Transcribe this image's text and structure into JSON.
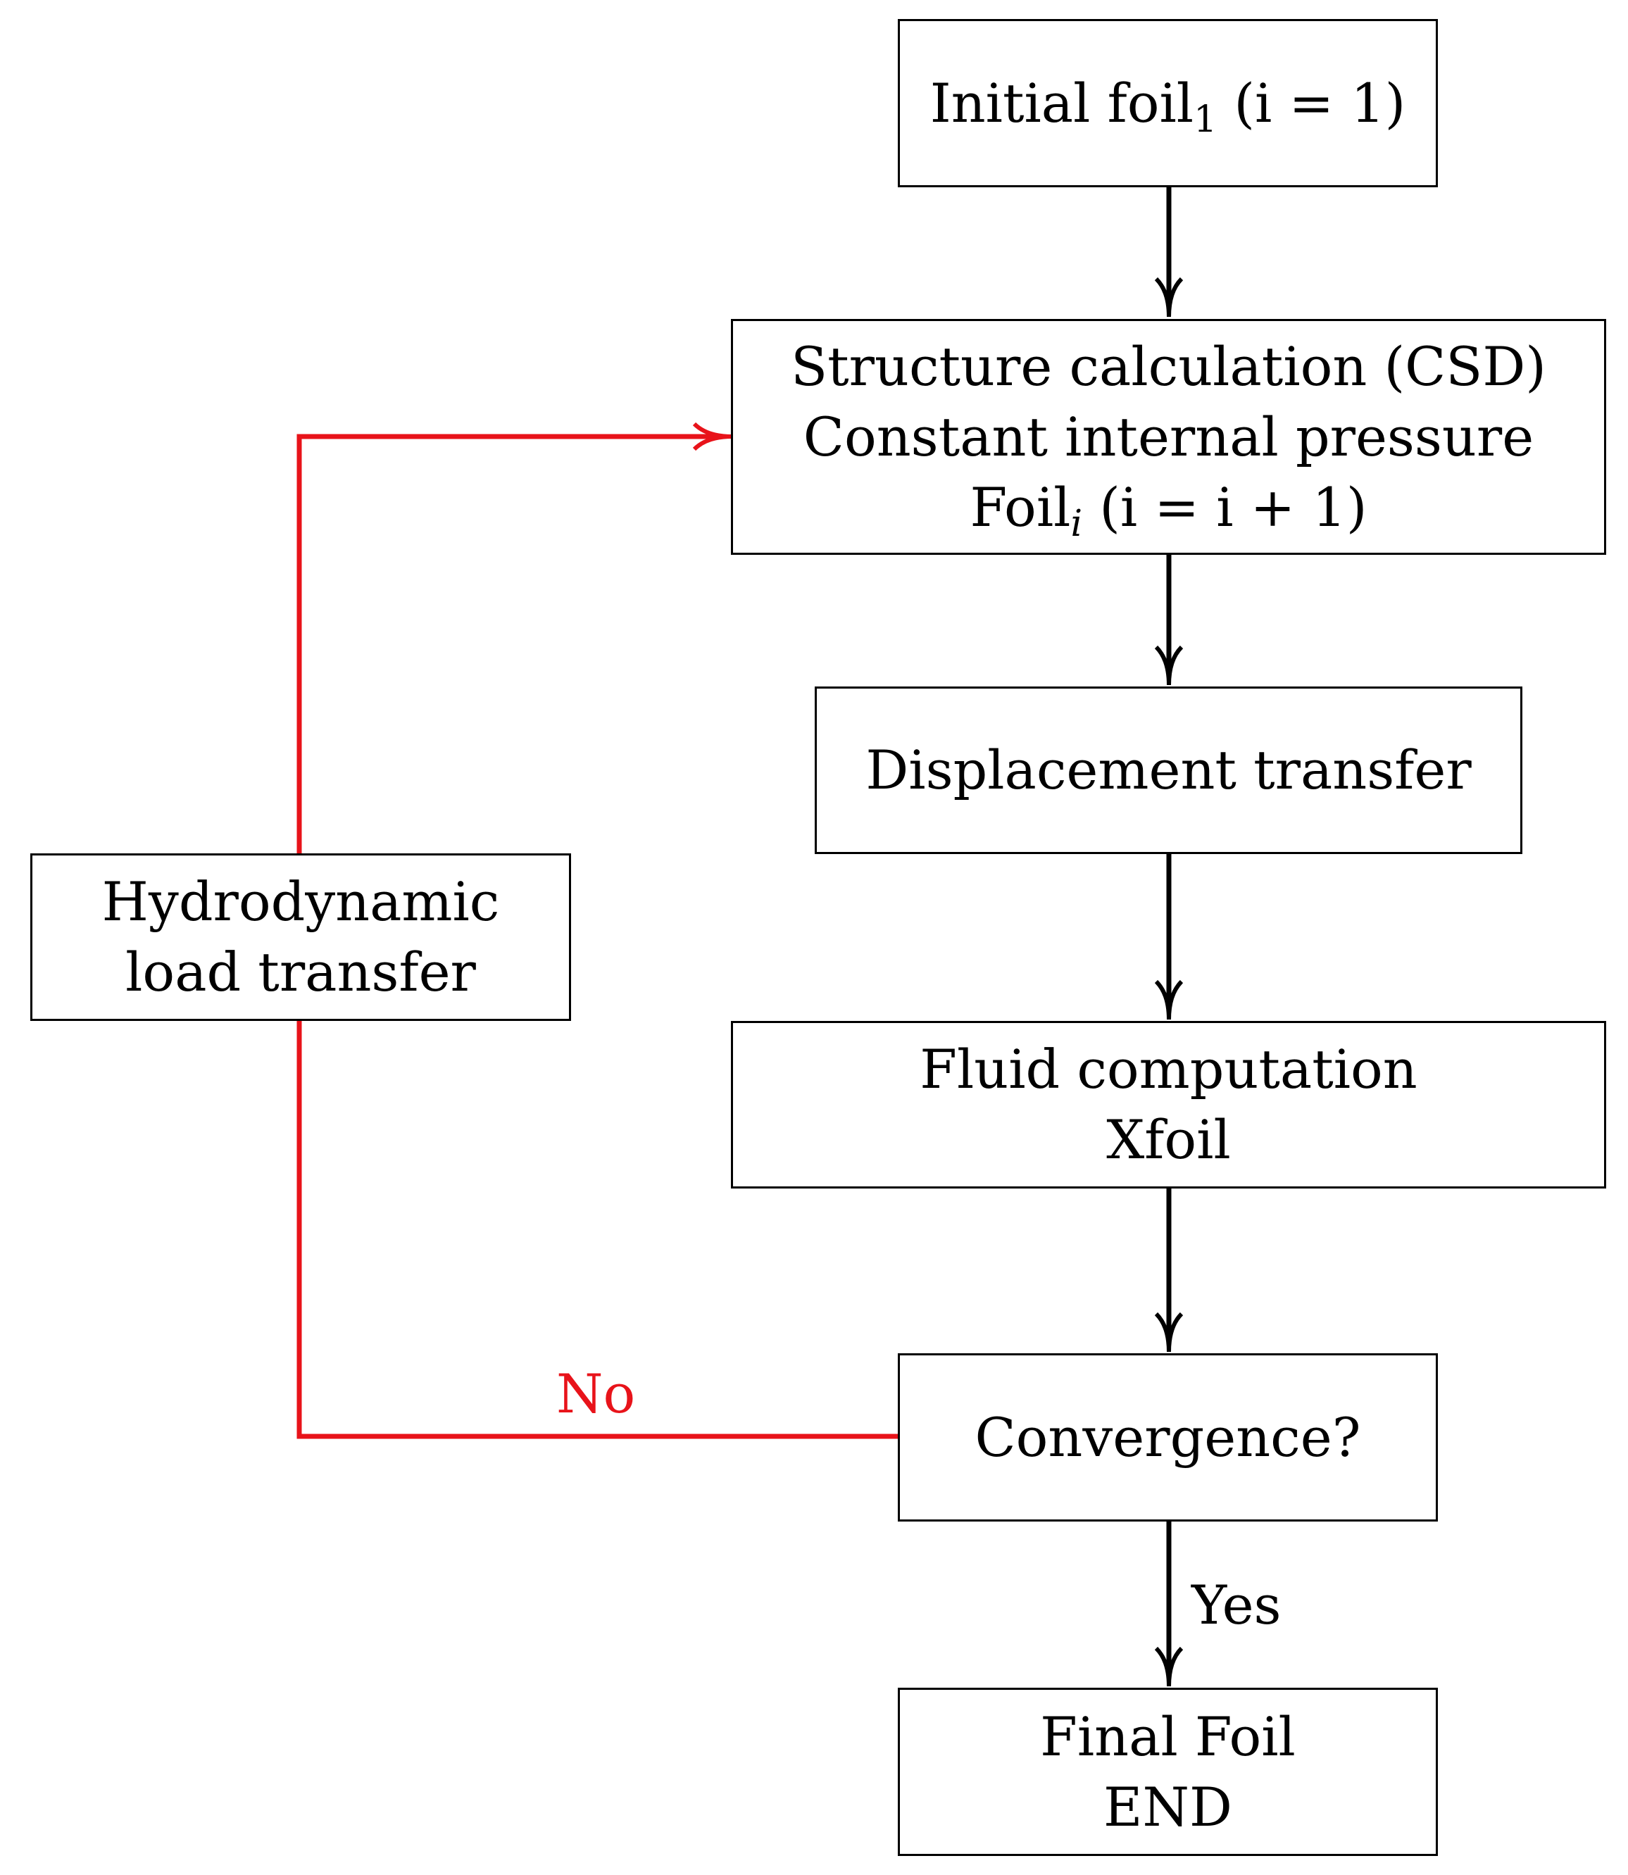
{
  "diagram": {
    "nodes": {
      "initial": {
        "line1_main": "Initial foil",
        "line1_sub": "1",
        "line1_tail": " (i = 1)"
      },
      "structure": {
        "line1": "Structure calculation (CSD)",
        "line2": "Constant internal pressure",
        "line3_main": "Foil",
        "line3_sub": "i",
        "line3_tail": " (i = i + 1)"
      },
      "displacement": {
        "line1": "Displacement transfer"
      },
      "fluid": {
        "line1": "Fluid computation",
        "line2": "Xfoil"
      },
      "convergence": {
        "line1": "Convergence?"
      },
      "final": {
        "line1": "Final Foil",
        "line2": "END"
      },
      "hydrodynamic": {
        "line1": "Hydrodynamic",
        "line2": "load transfer"
      }
    },
    "edges": {
      "no_label": "No",
      "yes_label": "Yes"
    },
    "colors": {
      "main_flow": "#000000",
      "feedback_loop": "#e8131a"
    }
  }
}
